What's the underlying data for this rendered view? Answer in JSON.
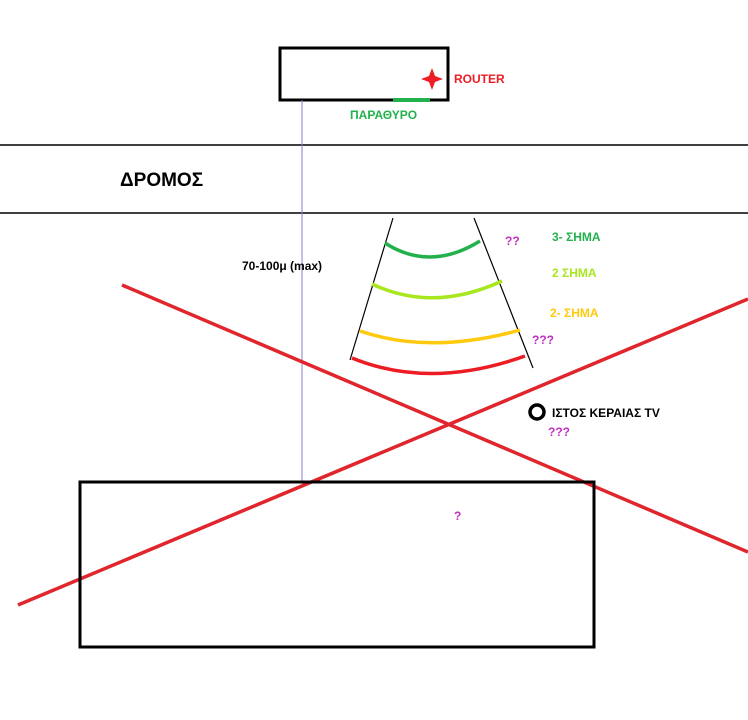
{
  "labels": {
    "router": "ROUTER",
    "window": "ΠΑΡΑΘΥΡΟ",
    "road": "ΔΡΟΜΟΣ",
    "distance": "70-100μ (max)",
    "signal_3": "3-  ΣΗΜΑ",
    "signal_2": "2 ΣΗΜΑ",
    "signal_2_minus": "2- ΣΗΜΑ",
    "q_top": "??",
    "q_mid": "???",
    "tv_mast": "ΙΣΤΟΣ ΚΕΡΑΙΑΣ TV",
    "q_mast": "???",
    "q_house": "?"
  },
  "colors": {
    "router": "#ee1c24",
    "window": "#22b14c",
    "arc_3": "#22b14c",
    "arc_2": "#a8e61d",
    "arc_2_minus": "#ffc90e",
    "arc_1": "#ed1c24",
    "cross": "#e0252d",
    "question": "#c030c0",
    "distance_line": "#8080c0",
    "outline": "#000000"
  }
}
